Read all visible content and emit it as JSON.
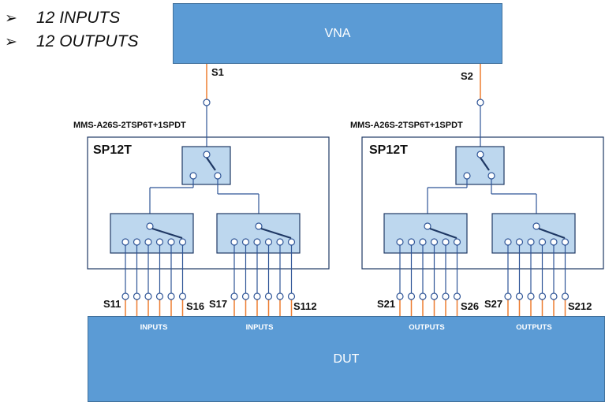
{
  "bullets": [
    "12 INPUTS",
    "12 OUTPUTS"
  ],
  "vna_label": "VNA",
  "dut_label": "DUT",
  "top_ports": {
    "left": "S1",
    "right": "S2"
  },
  "modules": [
    {
      "model": "MMS-A26S-2TSP6T+1SPDT",
      "title": "SP12T"
    },
    {
      "model": "MMS-A26S-2TSP6T+1SPDT",
      "title": "SP12T"
    }
  ],
  "port_labels": [
    "S11",
    "S16",
    "S17",
    "S112",
    "S21",
    "S26",
    "S27",
    "S212"
  ],
  "io_labels": [
    "INPUTS",
    "INPUTS",
    "OUTPUTS",
    "OUTPUTS"
  ],
  "colors": {
    "block": "#5b9bd5",
    "switch_fill": "#bdd7ee",
    "orange_wire": "#ed7d31",
    "wire": "#2f5597",
    "line": "#1f3864"
  }
}
